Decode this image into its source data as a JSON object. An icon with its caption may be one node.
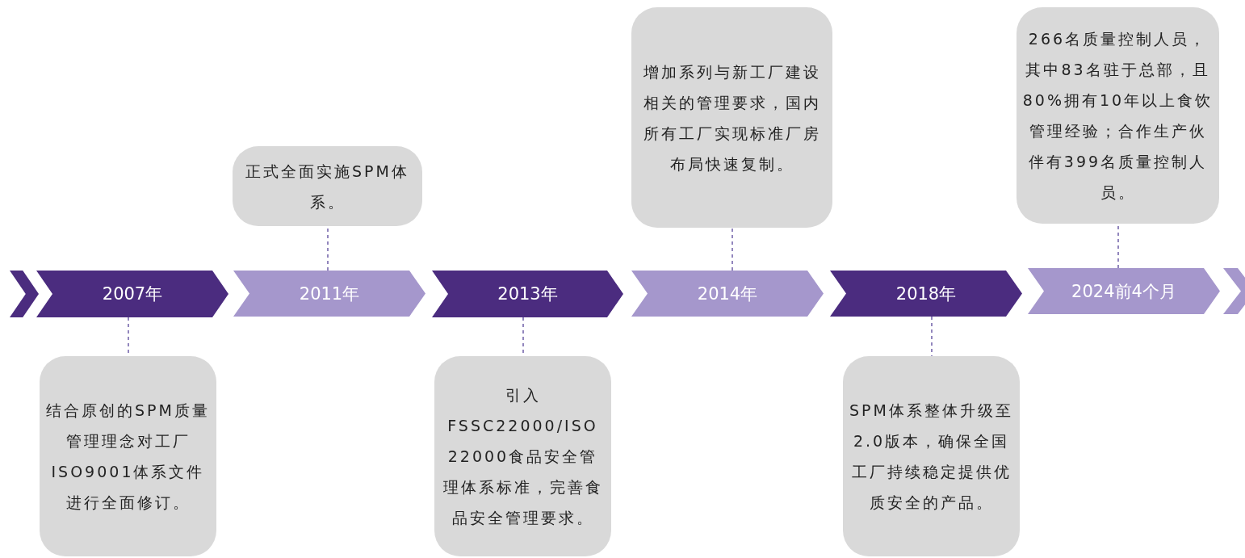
{
  "diagram": {
    "nodes": [
      {
        "text": [],
        "shape": "chevron"
      },
      {
        "text": [
          "2007年"
        ]
      },
      {
        "text": [
          "2011年"
        ]
      },
      {
        "text": [
          "2013年"
        ]
      },
      {
        "text": [
          "2014年"
        ]
      },
      {
        "text": [
          "2018年"
        ]
      },
      {
        "text": [
          "2024前4个月"
        ]
      },
      {
        "text": [],
        "shape": "chevron"
      },
      {
        "text": [
          "结合原创的SPM质量管理理念对工厂ISO9001体系文件进行全面修订。"
        ]
      },
      {
        "text": [
          "正式全面实施SPM体系。"
        ]
      },
      {
        "text": [
          "引入FSSC22000/ISO 22000食品安全管理体系标准，完善食品安全管理要求。"
        ]
      },
      {
        "text": [
          "增加系列与新工厂建设相关的管理要求，国内所有工厂实现标准厂房布局快速复制。"
        ]
      },
      {
        "text": [
          "SPM体系整体升级至2.0版本，确保全国工厂持续稳定提供优质安全的产品。"
        ]
      },
      {
        "text": [
          "266名质量控制人员，其中83名驻于总部，且80%拥有10年以上食饮管理经验；合作生产伙伴有399名质量控制人员。"
        ]
      }
    ],
    "edges": [
      {
        "from": 1,
        "to": 8,
        "arrow": "none",
        "style": "dashed"
      },
      {
        "from": 2,
        "to": 9,
        "arrow": "none",
        "style": "dashed"
      },
      {
        "from": 3,
        "to": 10,
        "arrow": "none",
        "style": "dashed"
      },
      {
        "from": 4,
        "to": 11,
        "arrow": "none",
        "style": "dashed"
      },
      {
        "from": 5,
        "to": 12,
        "arrow": "none",
        "style": "dashed"
      },
      {
        "from": 6,
        "to": 13,
        "arrow": "none",
        "style": "dashed"
      }
    ]
  }
}
